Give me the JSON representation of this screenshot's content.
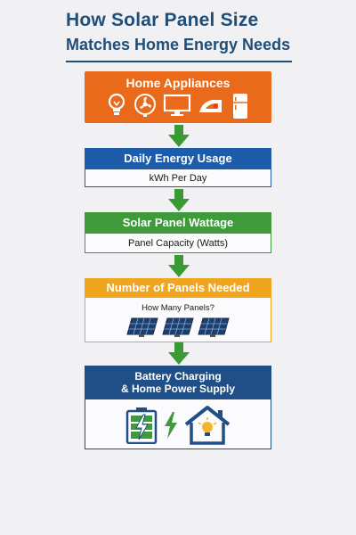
{
  "title": {
    "line1": "How Solar Panel Size",
    "line2": "Matches Home Energy Needs"
  },
  "steps": [
    {
      "title": "Home Appliances",
      "color": "#ea6a1c",
      "icons": [
        "lightbulb-icon",
        "fan-icon",
        "monitor-icon",
        "iron-icon",
        "refrigerator-icon"
      ]
    },
    {
      "title": "Daily Energy Usage",
      "subtitle": "kWh Per Day",
      "color": "#1c5ca8"
    },
    {
      "title": "Solar Panel Wattage",
      "subtitle": "Panel Capacity (Watts)",
      "color": "#3e9a3a"
    },
    {
      "title": "Number of Panels Needed",
      "subtitle": "How Many Panels?",
      "color": "#efa51e",
      "icons": [
        "solar-panel-icon",
        "solar-panel-icon",
        "solar-panel-icon"
      ]
    },
    {
      "title_line1": "Battery Charging",
      "title_line2": "& Home Power Supply",
      "color": "#1f4f86",
      "icons": [
        "battery-icon",
        "lightning-bolt-icon",
        "house-lightbulb-icon"
      ]
    }
  ],
  "arrow_color": "#3a9a35"
}
